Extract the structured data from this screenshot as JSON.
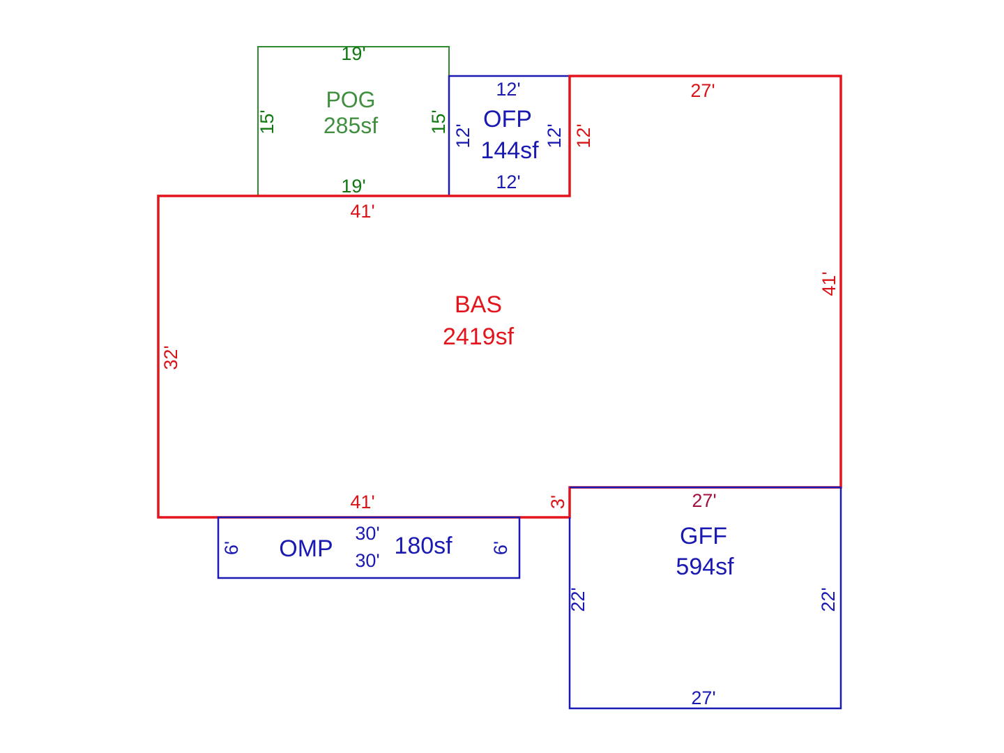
{
  "colors": {
    "bas": "#e3141b",
    "blue": "#1a1ab3",
    "pog": "#2e8b2e",
    "pog_label": "#3f8f3f"
  },
  "areas": {
    "pog": {
      "name": "POG",
      "size": "285sf",
      "dims": {
        "top": "19'",
        "bottom": "19'",
        "left": "15'",
        "right": "15'"
      }
    },
    "ofp": {
      "name": "OFP",
      "size": "144sf",
      "dims": {
        "top": "12'",
        "bottom": "12'",
        "left": "12'",
        "right": "12'"
      }
    },
    "bas": {
      "name": "BAS",
      "size": "2419sf",
      "dims": {
        "top_left": "41'",
        "top_right": "27'",
        "notch": "12'",
        "right": "41'",
        "left": "32'",
        "bottom_left": "41'",
        "bottom_step": "3'",
        "bottom_right": "27'"
      }
    },
    "omp": {
      "name": "OMP",
      "size": "180sf",
      "dims": {
        "top": "30'",
        "bottom": "30'",
        "left": "6'",
        "right": "6'"
      }
    },
    "gff": {
      "name": "GFF",
      "size": "594sf",
      "dims": {
        "bottom": "27'",
        "left": "22'",
        "right": "22'"
      }
    }
  }
}
